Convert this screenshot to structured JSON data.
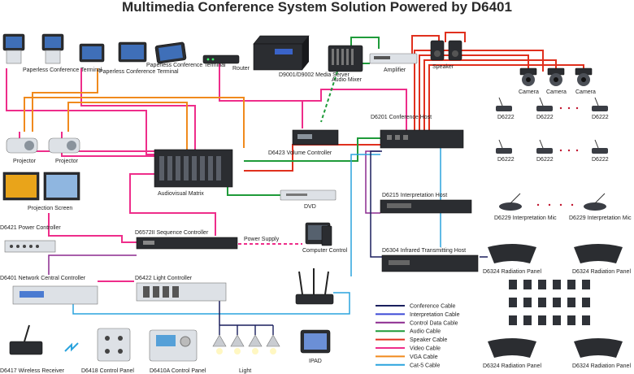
{
  "title": "Multimedia Conference System Solution Powered by D6401",
  "devices": {
    "paperless_terminal_1": "Paperless Conference Terminal",
    "paperless_terminal_2": "Paperless Conference Terminal",
    "paperless_terminal_3": "Paperless Conference Terminal",
    "router": "Router",
    "media_server": "D9001/D9002 Media Server",
    "audio_mixer": "Audio Mixer",
    "amplifier": "Amplifier",
    "speaker": "Speaker",
    "camera_1": "Camera",
    "camera_2": "Camera",
    "camera_3": "Camera",
    "conference_host": "D6201 Conference Host",
    "projector_1": "Projector",
    "projector_2": "Projector",
    "volume_controller": "D6423 Volume Controller",
    "audiovisual_matrix": "Audiovisual Matrix",
    "dvd": "DVD",
    "projection_screen": "Projection Screen",
    "power_controller": "D6421 Power Controller",
    "sequence_controller": "D6572II Sequence Controller",
    "power_supply": "Power Supply",
    "computer_control": "Computer Control",
    "network_central_controller": "D6401 Network Central Controller",
    "light_controller": "D6422 Light Controller",
    "wireless_receiver": "D6417 Wireless Receiver",
    "control_panel": "D6418 Control Panel",
    "control_panel_2": "D6410A Control Panel",
    "light": "Light",
    "ipad": "IPAD",
    "interpretation_host": "D6215 Interpretation Host",
    "interpretation_mic_1": "D6229 Interpretation Mic",
    "interpretation_mic_2": "D6229 Interpretation Mic",
    "infrared_host": "D6304 Infrared Transmitting Host",
    "radiation_panel_1": "D6324 Radiation Panel",
    "radiation_panel_2": "D6324 Radiation Panel",
    "radiation_panel_3": "D6324 Radiation Panel",
    "radiation_panel_4": "D6324 Radiation Panel",
    "unit": "D6222"
  },
  "legend": [
    {
      "label": "Conference Cable",
      "color": "#1a1f5e"
    },
    {
      "label": "Interpretation Cable",
      "color": "#3b49d6"
    },
    {
      "label": "Control Data Cable",
      "color": "#8b2a8f"
    },
    {
      "label": "Audio Cable",
      "color": "#1f9b3a"
    },
    {
      "label": "Speaker Cable",
      "color": "#e0301e"
    },
    {
      "label": "Video Cable",
      "color": "#ee2d8a"
    },
    {
      "label": "VGA Cable",
      "color": "#f08a1d"
    },
    {
      "label": "Cat-5 Cable",
      "color": "#2aa3dd"
    }
  ],
  "colors": {
    "conference": "#1a1f5e",
    "interpretation": "#3b49d6",
    "control": "#8b2a8f",
    "audio": "#1f9b3a",
    "speaker": "#e0301e",
    "video": "#ee2d8a",
    "vga": "#f08a1d",
    "cat5": "#2aa3dd"
  }
}
